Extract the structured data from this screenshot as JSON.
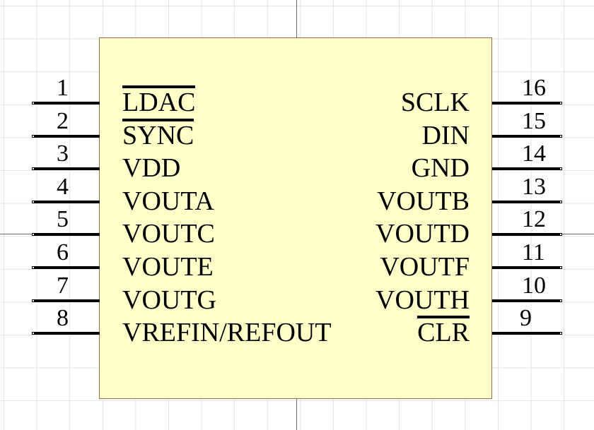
{
  "component": {
    "left_pins": [
      {
        "number": "1",
        "label": "LDAC",
        "overbar": true
      },
      {
        "number": "2",
        "label": "SYNC",
        "overbar": true
      },
      {
        "number": "3",
        "label": "VDD",
        "overbar": false
      },
      {
        "number": "4",
        "label": "VOUTA",
        "overbar": false
      },
      {
        "number": "5",
        "label": "VOUTC",
        "overbar": false
      },
      {
        "number": "6",
        "label": "VOUTE",
        "overbar": false
      },
      {
        "number": "7",
        "label": "VOUTG",
        "overbar": false
      },
      {
        "number": "8",
        "label": "VREFIN/REFOUT",
        "overbar": false
      }
    ],
    "right_pins": [
      {
        "number": "16",
        "label": "SCLK",
        "overbar": false
      },
      {
        "number": "15",
        "label": "DIN",
        "overbar": false
      },
      {
        "number": "14",
        "label": "GND",
        "overbar": false
      },
      {
        "number": "13",
        "label": "VOUTB",
        "overbar": false
      },
      {
        "number": "12",
        "label": "VOUTD",
        "overbar": false
      },
      {
        "number": "11",
        "label": "VOUTF",
        "overbar": false
      },
      {
        "number": "10",
        "label": "VOUTH",
        "overbar": false
      },
      {
        "number": "9",
        "label": "CLR",
        "overbar": true
      }
    ],
    "colors": {
      "body_fill": "#ffffc8",
      "body_border": "#9a6b4a",
      "pin": "#000000",
      "grid": "#e4e4e4"
    }
  }
}
